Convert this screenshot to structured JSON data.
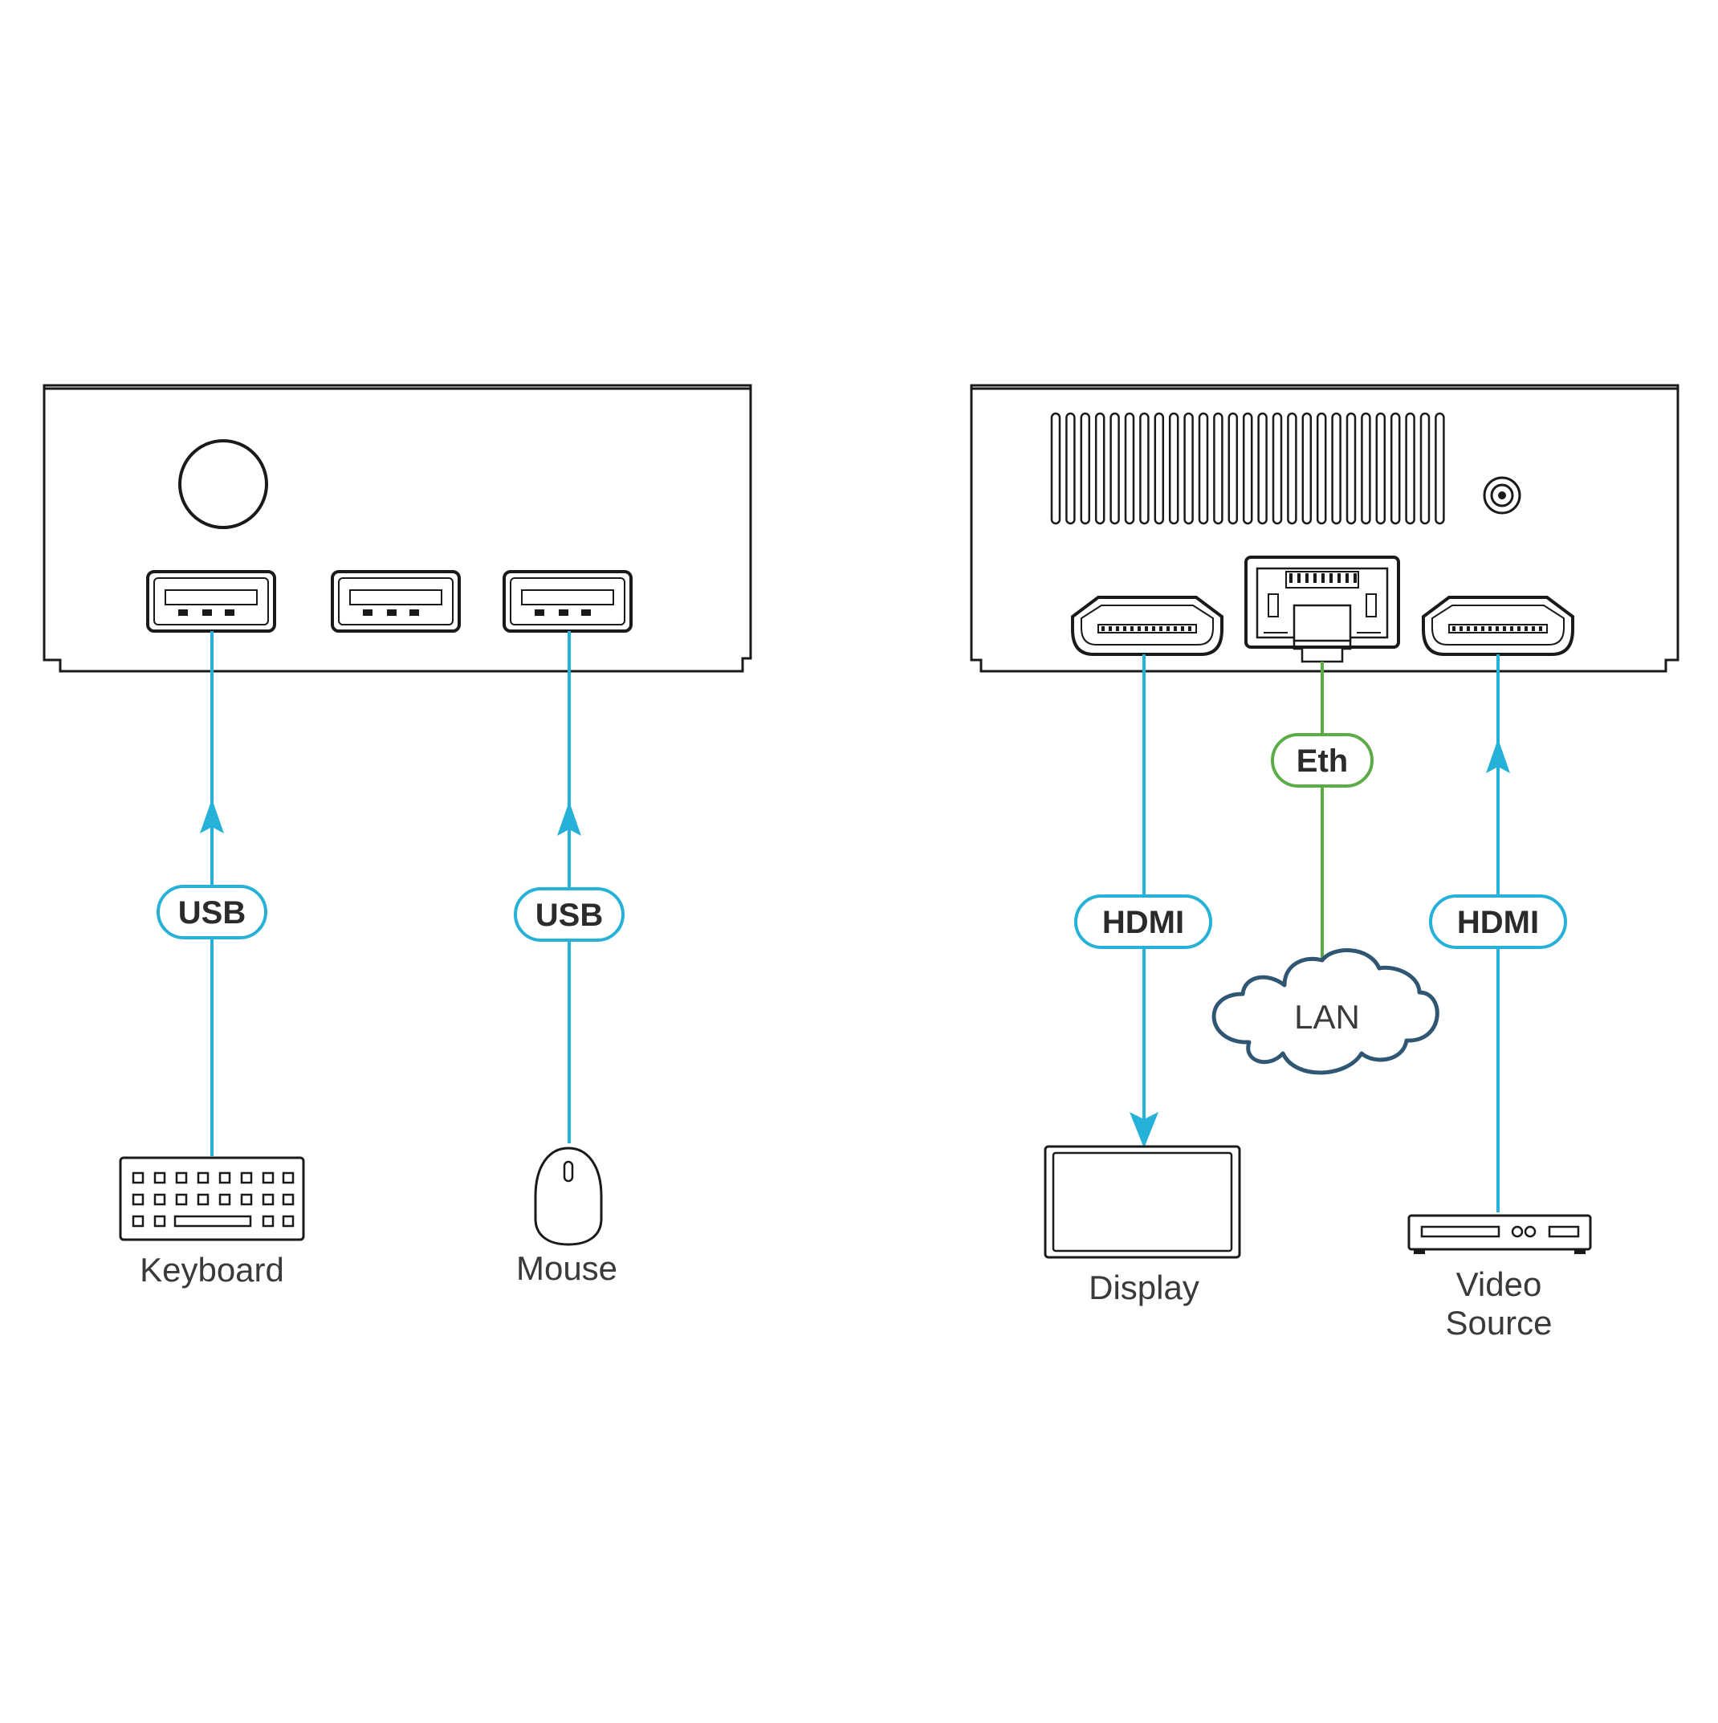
{
  "colors": {
    "cable": "#25b1d8",
    "ethernet": "#5bac47",
    "outline": "#1a1a1a",
    "cloud": "#2f5673",
    "text": "#3a3a3a"
  },
  "front_panel": {
    "connections": [
      {
        "cable_label": "USB",
        "device_label": "Keyboard",
        "device_icon": "keyboard-icon"
      },
      {
        "cable_label": "USB",
        "device_label": "Mouse",
        "device_icon": "mouse-icon"
      }
    ]
  },
  "rear_panel": {
    "connections": [
      {
        "cable_label": "HDMI",
        "device_label": "Display",
        "device_icon": "display-icon",
        "direction": "out"
      },
      {
        "cable_label": "Eth",
        "device_label": "LAN",
        "device_icon": "cloud-icon",
        "direction": "both"
      },
      {
        "cable_label": "HDMI",
        "device_label_lines": [
          "Video",
          "Source"
        ],
        "device_icon": "video-player-icon",
        "direction": "in"
      }
    ]
  }
}
